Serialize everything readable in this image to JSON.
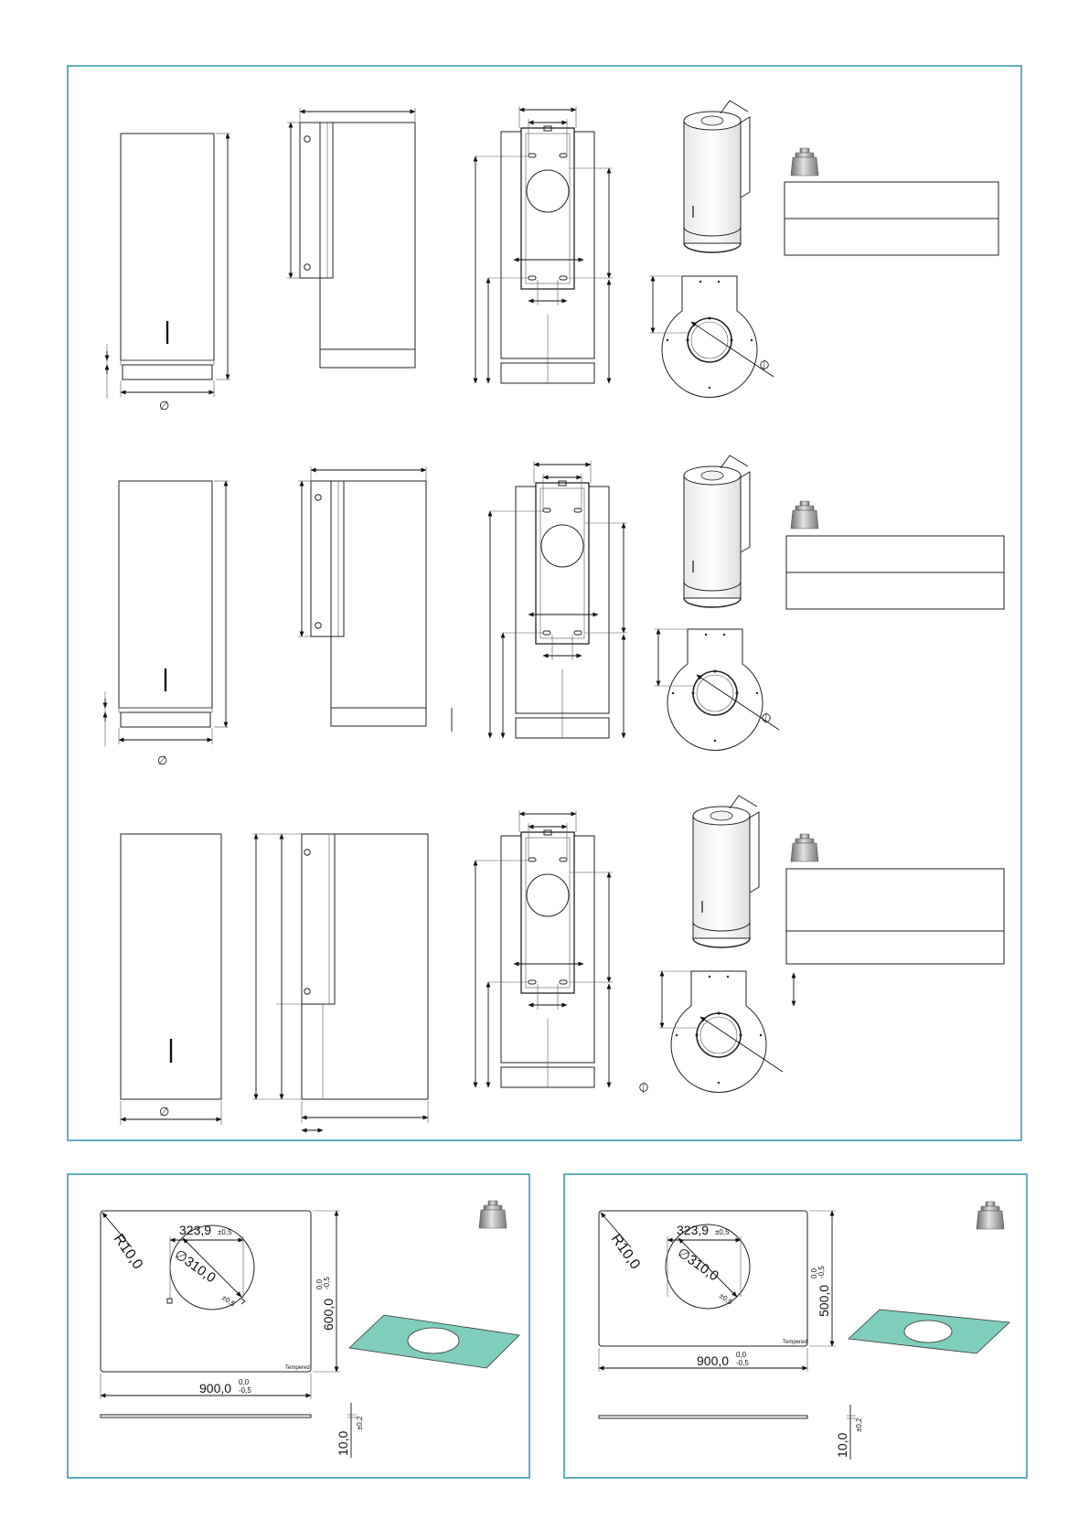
{
  "colors": {
    "frame": "#3b97b6",
    "glass": "#7fcdbb",
    "weight_icon": "#9a9a9a",
    "line": "#222222"
  },
  "icons": [
    "weight-icon",
    "diameter-symbol"
  ],
  "hood_rows": [
    {
      "diameter_symbol": "∅"
    },
    {
      "diameter_symbol": "∅"
    },
    {
      "diameter_symbol": "∅"
    }
  ],
  "glass_panels": [
    {
      "radius": "R10,0",
      "hole_chord": "323,9",
      "hole_chord_tol": "±0,5",
      "hole_diameter": "∅310,0",
      "hole_diameter_tol": "±0,5",
      "height": "600,0",
      "height_tol_upper": "0,0",
      "height_tol_lower": "-0,5",
      "width": "900,0",
      "width_tol_upper": "0,0",
      "width_tol_lower": "-0,5",
      "thickness": "10,0",
      "thickness_tol": "±0,2",
      "glass_type": "Tempered"
    },
    {
      "radius": "R10,0",
      "hole_chord": "323,9",
      "hole_chord_tol": "±0,5",
      "hole_diameter": "∅310,0",
      "hole_diameter_tol": "±0,5",
      "height": "500,0",
      "height_tol_upper": "0,0",
      "height_tol_lower": "-0,5",
      "width": "900,0",
      "width_tol_upper": "0,0",
      "width_tol_lower": "-0,5",
      "thickness": "10,0",
      "thickness_tol": "±0,2",
      "glass_type": "Tempered"
    }
  ]
}
